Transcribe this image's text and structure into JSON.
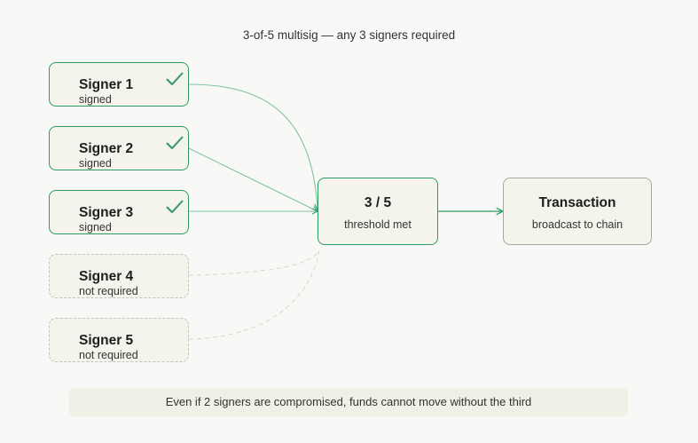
{
  "title": "3-of-5 multisig — any 3 signers required",
  "signers": [
    {
      "name": "Signer 1",
      "status": "signed"
    },
    {
      "name": "Signer 2",
      "status": "signed"
    },
    {
      "name": "Signer 3",
      "status": "signed"
    },
    {
      "name": "Signer 4",
      "status": "not required"
    },
    {
      "name": "Signer 5",
      "status": "not required"
    }
  ],
  "threshold": {
    "value": "3 / 5",
    "label": "threshold met"
  },
  "transaction": {
    "title": "Transaction",
    "label": "broadcast to chain"
  },
  "footer": "Even if 2 signers are compromised, funds cannot move without the third",
  "colors": {
    "signed": "#2e9a62",
    "unsigned": "#c4c4bc",
    "neutral": "#a9a9a2"
  }
}
